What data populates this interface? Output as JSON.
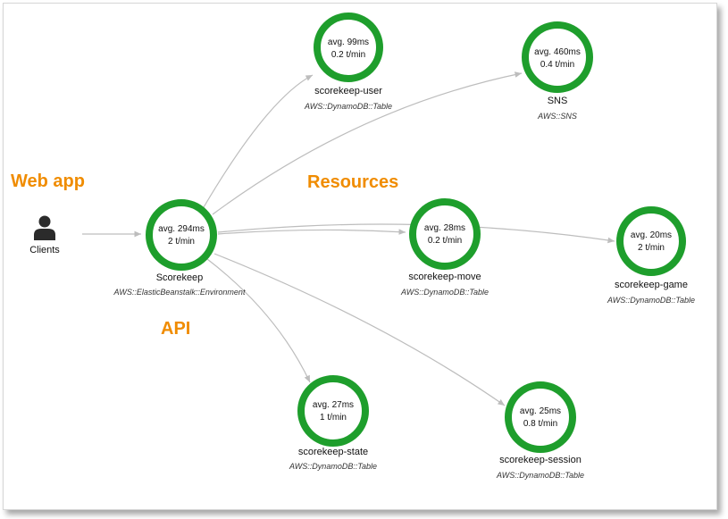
{
  "labels": {
    "web_app": "Web app",
    "api": "API",
    "resources": "Resources"
  },
  "clients": {
    "label": "Clients",
    "icon": "user-icon"
  },
  "colors": {
    "ring": "#1e9e2c",
    "label": "#f08c00",
    "edge": "#bdbdbd"
  },
  "nodes": {
    "scorekeep": {
      "avg": "avg. 294ms",
      "rate": "2 t/min",
      "name": "Scorekeep",
      "type": "AWS::ElasticBeanstalk::Environment"
    },
    "user": {
      "avg": "avg. 99ms",
      "rate": "0.2 t/min",
      "name": "scorekeep-user",
      "type": "AWS::DynamoDB::Table"
    },
    "sns": {
      "avg": "avg. 460ms",
      "rate": "0.4 t/min",
      "name": "SNS",
      "type": "AWS::SNS"
    },
    "move": {
      "avg": "avg. 28ms",
      "rate": "0.2 t/min",
      "name": "scorekeep-move",
      "type": "AWS::DynamoDB::Table"
    },
    "game": {
      "avg": "avg. 20ms",
      "rate": "2 t/min",
      "name": "scorekeep-game",
      "type": "AWS::DynamoDB::Table"
    },
    "state": {
      "avg": "avg. 27ms",
      "rate": "1 t/min",
      "name": "scorekeep-state",
      "type": "AWS::DynamoDB::Table"
    },
    "session": {
      "avg": "avg. 25ms",
      "rate": "0.8 t/min",
      "name": "scorekeep-session",
      "type": "AWS::DynamoDB::Table"
    }
  }
}
